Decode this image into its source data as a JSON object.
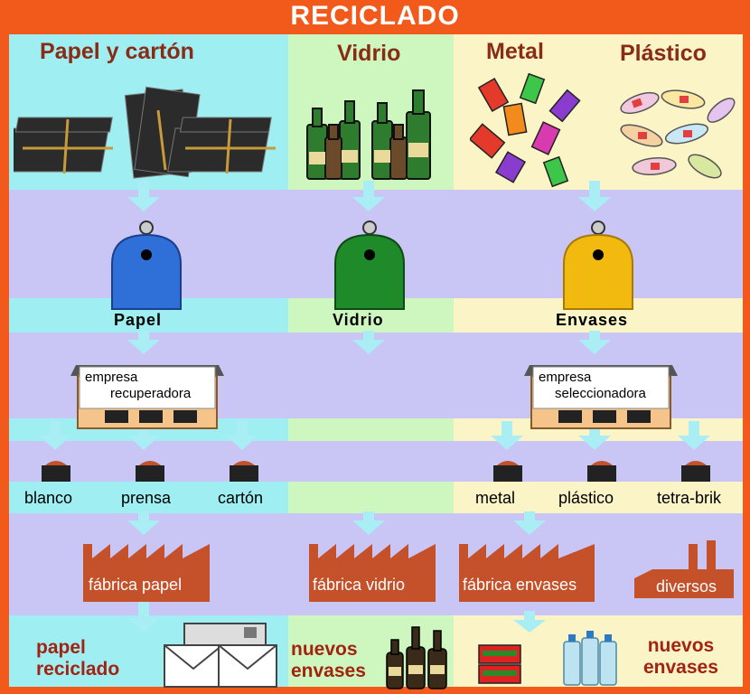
{
  "title": "RECICLADO",
  "categories": {
    "paper": "Papel y cartón",
    "glass": "Vidrio",
    "metal": "Metal",
    "plastic": "Plástico"
  },
  "bins": {
    "paper": "Papel",
    "glass": "Vidrio",
    "containers": "Envases"
  },
  "companies": {
    "recovery_line1": "empresa",
    "recovery_line2": "recuperadora",
    "sorting_line1": "empresa",
    "sorting_line2": "seleccionadora"
  },
  "sorted": {
    "white": "blanco",
    "press": "prensa",
    "cardboard": "cartón",
    "metal": "metal",
    "plastic": "plástico",
    "tetra": "tetra-brik"
  },
  "factories": {
    "paper": "fábrica papel",
    "glass": "fábrica vidrio",
    "containers": "fábrica envases",
    "various": "diversos"
  },
  "products": {
    "paper_line1": "papel",
    "paper_line2": "reciclado",
    "glass_line1": "nuevos",
    "glass_line2": "envases",
    "plastic_line1": "nuevos",
    "plastic_line2": "envases"
  },
  "colors": {
    "frame": "#f25a1c",
    "paper_column": "#9eeef2",
    "glass_column": "#cdf7bf",
    "containers_column": "#fbf4c6",
    "process_band": "#c9c5f5",
    "paper_bin": "#2f6fd8",
    "glass_bin": "#1f8a2a",
    "containers_bin": "#f2b90f",
    "factory": "#c4512a",
    "category_text": "#8a2b16",
    "product_text": "#a32312"
  }
}
